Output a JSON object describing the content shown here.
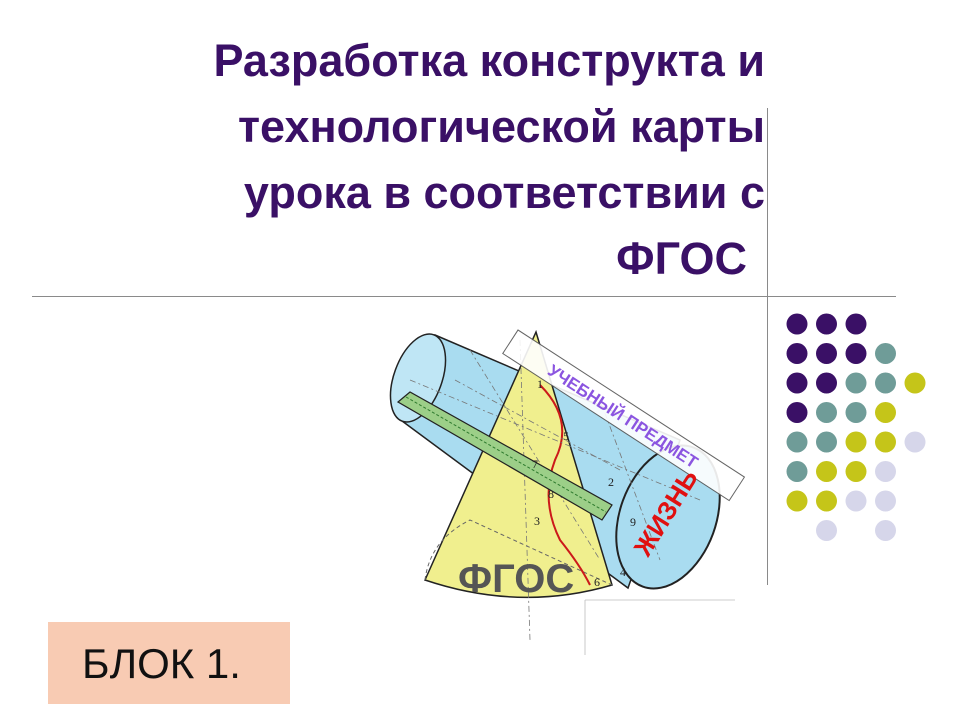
{
  "slide": {
    "title_lines": [
      "Разработка конструкта и",
      "технологической карты",
      "урока в соответствии с",
      "ФГОС"
    ],
    "title_color": "#3a1066",
    "block_label": "БЛОК 1.",
    "block_bg": "#f8cbb3"
  },
  "figure": {
    "subject_label": "УЧЕБНЫЙ ПРЕДМЕТ",
    "life_label": "ЖИЗНЬ",
    "fgos_label": "ФГОС",
    "point_numbers": [
      "1",
      "2",
      "3",
      "4",
      "5",
      "6",
      "7",
      "8",
      "9"
    ],
    "colors": {
      "cylinder": "#a9dcf0",
      "cone": "#f0ef8e",
      "band": "#9ccf88",
      "subject_text": "#8b55e0",
      "life_text": "#e01010",
      "fgos_text": "#555555"
    }
  },
  "decor": {
    "dot_colors": {
      "purple": "#3a1066",
      "teal": "#6f9c98",
      "olive": "#c5c519",
      "lavender": "#d6d6ea"
    },
    "dot_grid": [
      [
        "purple",
        "purple",
        "purple",
        "",
        "",
        ""
      ],
      [
        "purple",
        "purple",
        "purple",
        "teal",
        "",
        ""
      ],
      [
        "purple",
        "purple",
        "teal",
        "teal",
        "olive",
        ""
      ],
      [
        "purple",
        "teal",
        "teal",
        "olive",
        "",
        ""
      ],
      [
        "teal",
        "teal",
        "olive",
        "olive",
        "lavender",
        ""
      ],
      [
        "teal",
        "olive",
        "olive",
        "lavender",
        "",
        ""
      ],
      [
        "olive",
        "olive",
        "lavender",
        "lavender",
        "",
        ""
      ],
      [
        "",
        "lavender",
        "",
        "lavender",
        "",
        ""
      ]
    ]
  }
}
